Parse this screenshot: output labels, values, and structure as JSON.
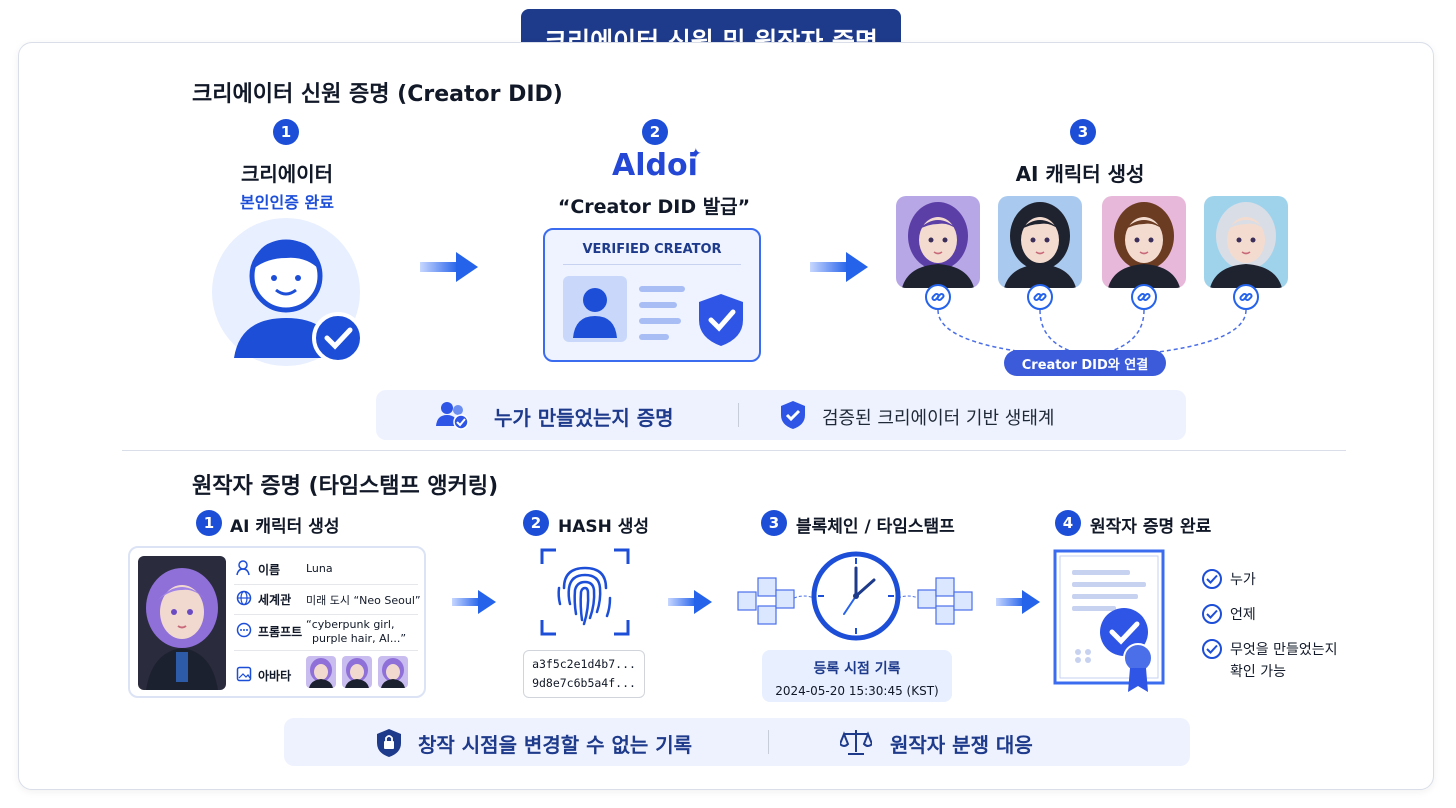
{
  "header": {
    "title": "크리에이터 신원 및 원작자 증명"
  },
  "section1": {
    "title": "크리에이터 신원 증명 (Creator DID)",
    "steps": [
      {
        "num": "1",
        "title": "크리에이터",
        "subtitle": "본인인증 완료"
      },
      {
        "num": "2",
        "logo": "Aldoi",
        "subtitle": "“Creator DID 발급”",
        "card_label": "VERIFIED CREATOR"
      },
      {
        "num": "3",
        "title": "AI 캐릭터 생성"
      }
    ],
    "characters": [
      {
        "name": "purple-hair-girl",
        "bg": "#b7a7e6",
        "hair": "#5b3fa6"
      },
      {
        "name": "black-hair-boy",
        "bg": "#a9c9ee",
        "hair": "#1f2330"
      },
      {
        "name": "brown-bun-girl",
        "bg": "#e7b8d9",
        "hair": "#6b3b22"
      },
      {
        "name": "silver-hair-girl",
        "bg": "#9fd3ec",
        "hair": "#d9dde6"
      }
    ],
    "did_link_label": "Creator DID와 연결",
    "footer": {
      "left": "누가 만들었는지 증명",
      "right": "검증된 크리에이터 기반 생태계"
    }
  },
  "section2": {
    "title": "원작자 증명 (타임스탬프 앵커링)",
    "steps": [
      {
        "num": "1",
        "title": "AI 캐릭터 생성"
      },
      {
        "num": "2",
        "title": "HASH 생성"
      },
      {
        "num": "3",
        "title": "블록체인 / 타임스탬프"
      },
      {
        "num": "4",
        "title": "원작자 증명 완료"
      }
    ],
    "profile": {
      "rows": [
        {
          "label": "이름",
          "value": "Luna",
          "icon": "person-icon"
        },
        {
          "label": "세계관",
          "value": "미래 도시 “Neo Seoul”",
          "icon": "globe-icon"
        },
        {
          "label": "프롬프트",
          "value1": "“cyberpunk girl,",
          "value2": "purple hair, AI...”",
          "icon": "chat-icon"
        },
        {
          "label": "아바타",
          "icon": "image-icon"
        }
      ]
    },
    "hash": {
      "line1": "a3f5c2e1d4b7...",
      "line2": "9d8e7c6b5a4f..."
    },
    "record": {
      "title": "등록 시점 기록",
      "timestamp": "2024-05-20 15:30:45 (KST)"
    },
    "checks": [
      "누가",
      "언제",
      "무엇을 만들었는지",
      "확인 가능"
    ],
    "footer": {
      "left": "창작 시점을 변경할 수 없는 기록",
      "right": "원작자 분쟁 대응"
    }
  },
  "colors": {
    "primary": "#1d4ed8",
    "navy": "#1e3a8a",
    "light": "#eef2ff"
  }
}
